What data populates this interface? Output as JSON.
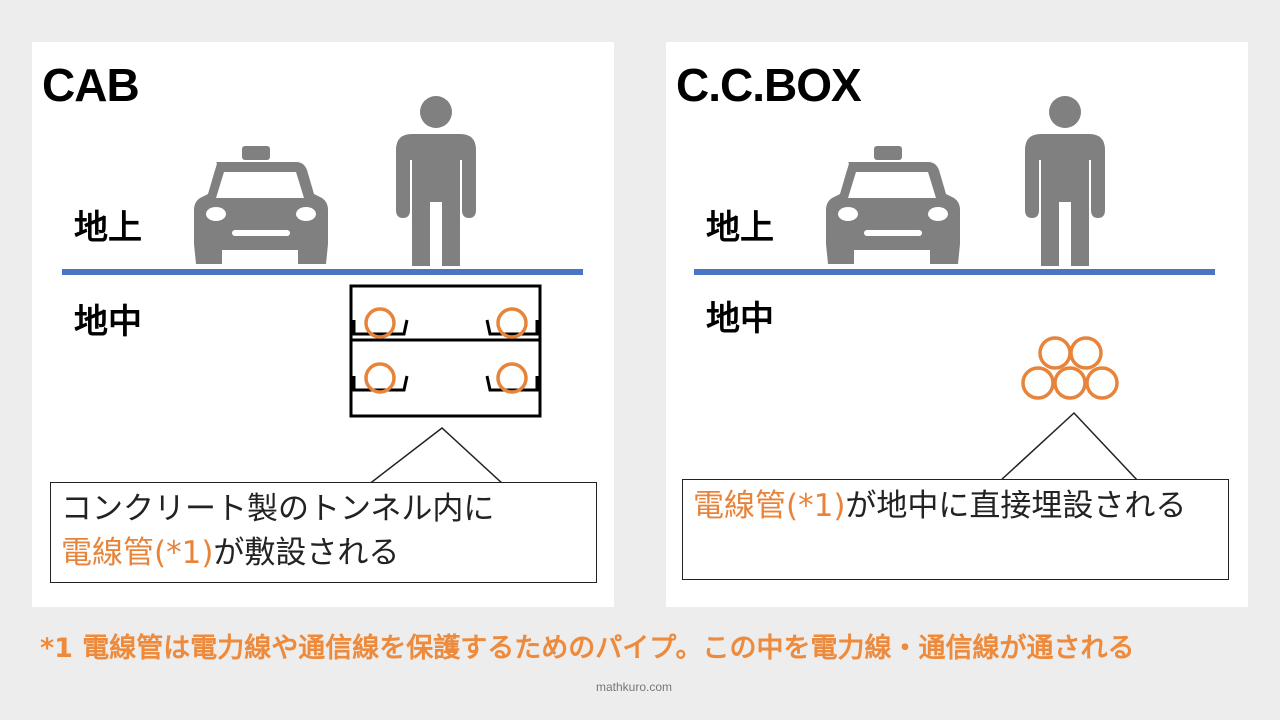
{
  "cab": {
    "title": "CAB",
    "ground_label": "地上",
    "underground_label": "地中",
    "note_black": "コンクリート製のトンネル内に",
    "note_orange": "電線管(*1)",
    "note_rest": "が敷設される"
  },
  "ccbox": {
    "title": "C.C.BOX",
    "ground_label": "地上",
    "underground_label": "地中",
    "note_orange": "電線管(*1)",
    "note_rest": "が地中に直接埋設される"
  },
  "footnote": "*1 電線管は電力線や通信線を保護するためのパイプ。この中を電力線・通信線が通される",
  "credit": "mathkuro.com",
  "icons": [
    "taxi-icon",
    "person-icon",
    "pipe-icon"
  ],
  "colors": {
    "ground_line": "#4a74c4",
    "pipe": "#e8843a",
    "icon_gray": "#808080",
    "footnote": "#ee8a3c"
  }
}
